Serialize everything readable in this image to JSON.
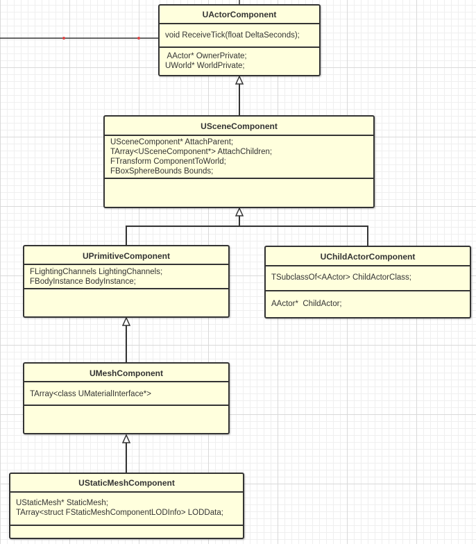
{
  "diagram": {
    "classes": [
      {
        "id": "uactorcomponent",
        "name": "UActorComponent",
        "compartments": [
          [
            "void ReceiveTick(float DeltaSeconds);"
          ],
          [
            " AActor* OwnerPrivate;",
            "UWorld* WorldPrivate;"
          ]
        ]
      },
      {
        "id": "uscenecomponent",
        "name": "USceneComponent",
        "compartments": [
          [
            "USceneComponent* AttachParent;",
            "TArray<USceneComponent*> AttachChildren;",
            "FTransform ComponentToWorld;",
            "FBoxSphereBounds Bounds;"
          ],
          []
        ]
      },
      {
        "id": "uprimitivecomponent",
        "name": "UPrimitiveComponent",
        "compartments": [
          [
            "FLightingChannels LightingChannels;",
            "FBodyInstance BodyInstance;"
          ],
          []
        ]
      },
      {
        "id": "uchildactorcomponent",
        "name": "UChildActorComponent",
        "compartments": [
          [
            "TSubclassOf<AActor> ChildActorClass;"
          ],
          [
            "AActor*  ChildActor;"
          ]
        ]
      },
      {
        "id": "umeshcomponent",
        "name": "UMeshComponent",
        "compartments": [
          [
            "TArray<class UMaterialInterface*>"
          ],
          []
        ]
      },
      {
        "id": "ustaticmeshcomponent",
        "name": "UStaticMeshComponent",
        "compartments": [
          [
            "UStaticMesh* StaticMesh;",
            "TArray<struct FStaticMeshComponentLODInfo> LODData;"
          ],
          []
        ]
      }
    ],
    "generalizations": [
      {
        "child": "uscenecomponent",
        "parent": "uactorcomponent"
      },
      {
        "child": "uprimitivecomponent",
        "parent": "uscenecomponent"
      },
      {
        "child": "uchildactorcomponent",
        "parent": "uscenecomponent"
      },
      {
        "child": "umeshcomponent",
        "parent": "uprimitivecomponent"
      },
      {
        "child": "ustaticmeshcomponent",
        "parent": "umeshcomponent"
      }
    ]
  },
  "colors": {
    "class_fill": "#ffffdd",
    "class_border": "#333333",
    "connector": "#333333",
    "incoming_line_marker": "#dd4444"
  }
}
